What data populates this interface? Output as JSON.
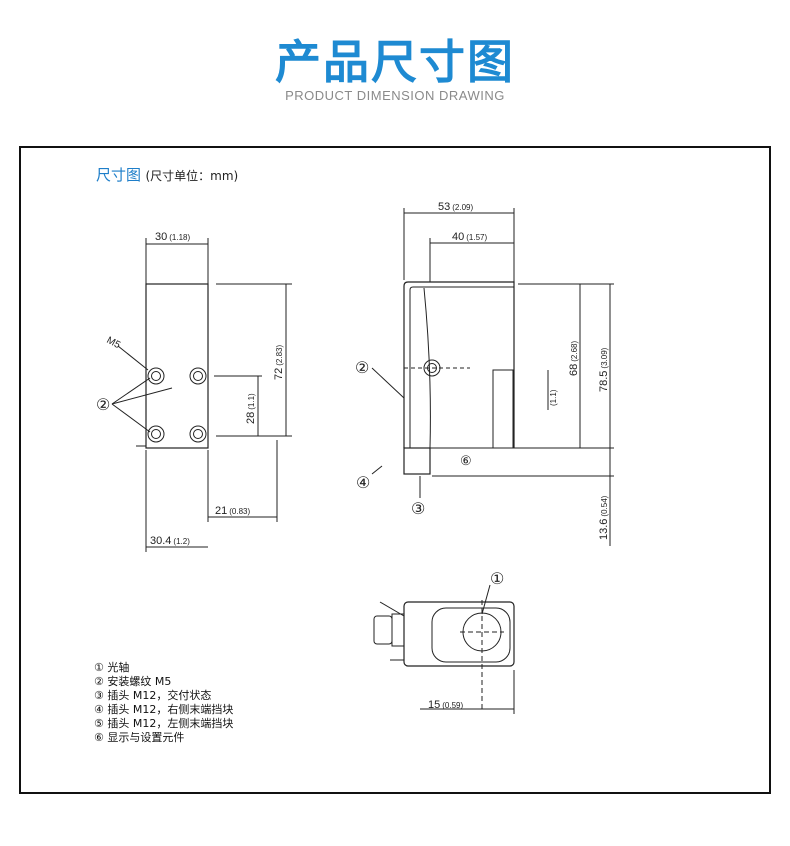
{
  "header": {
    "title": "产品尺寸图",
    "subtitle": "PRODUCT DIMENSION DRAWING"
  },
  "drawing": {
    "title": "尺寸图",
    "unit_note": "(尺寸单位：mm)",
    "dims": {
      "d30": "30",
      "d30_in": "(1.18)",
      "d72": "72",
      "d72_in": "(2.83)",
      "d28": "28",
      "d28_in": "(1.1)",
      "d21": "21",
      "d21_in": "(0.83)",
      "d30_4": "30.4",
      "d30_4_in": "(1.2)",
      "d53": "53",
      "d53_in": "(2.09)",
      "d40": "40",
      "d40_in": "(1.57)",
      "d68": "68",
      "d68_in": "(2.68)",
      "d78_5": "78.5",
      "d78_5_in": "(3.09)",
      "d1_1": "(1.1)",
      "d13_6": "13.6",
      "d13_6_in": "(0.54)",
      "d15": "15",
      "d15_in": "(0.59)",
      "m5": "M5"
    },
    "callouts": {
      "c1": "①",
      "c2": "②",
      "c3": "③",
      "c4": "④",
      "c6": "⑥"
    }
  },
  "legend": [
    "① 光轴",
    "② 安装螺纹 M5",
    "③ 插头 M12，交付状态",
    "④ 插头 M12，右侧末端挡块",
    "⑤ 插头 M12，左侧末端挡块",
    "⑥ 显示与设置元件"
  ]
}
